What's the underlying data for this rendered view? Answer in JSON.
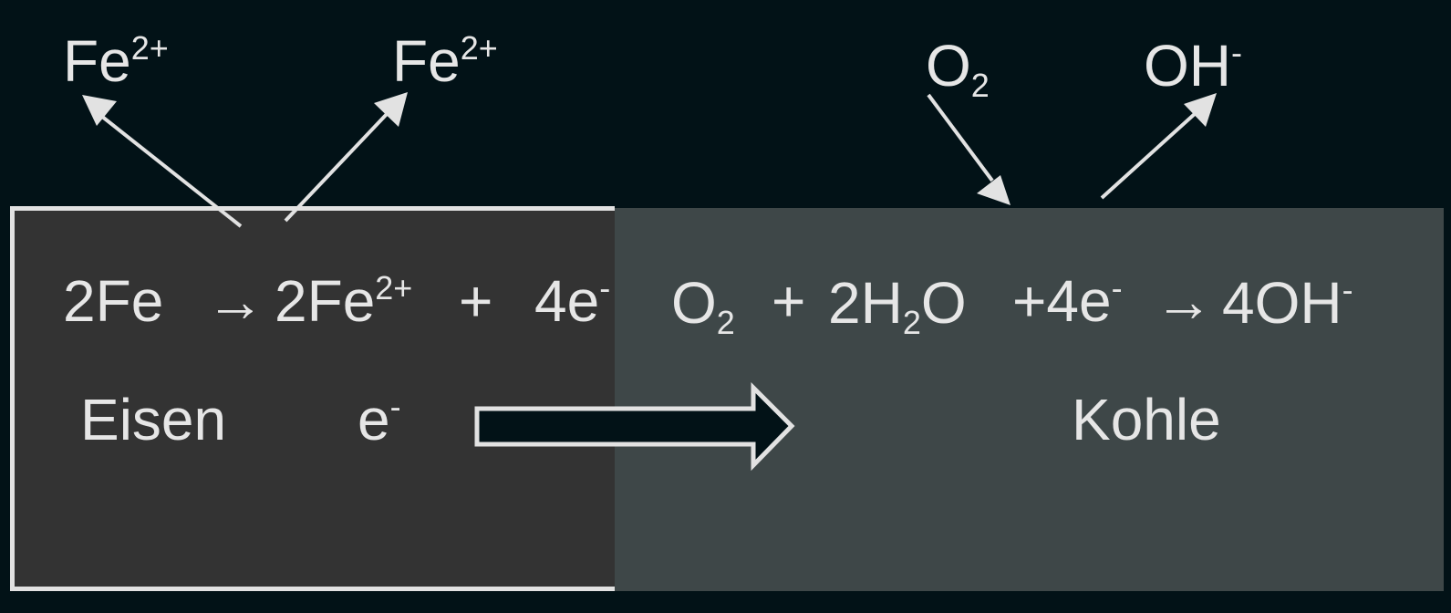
{
  "colors": {
    "background": "#021217",
    "iron": "#333333",
    "carbon": "#3e4748",
    "line": "#e2e2e2",
    "text": "#e6e6e6"
  },
  "top_labels": {
    "fe_left": {
      "base": "Fe",
      "sup": "2+"
    },
    "fe_right": {
      "base": "Fe",
      "sup": "2+"
    },
    "o2": {
      "base": "O",
      "sub": "2"
    },
    "oh": {
      "base": "OH",
      "sup": "-"
    }
  },
  "anode_reaction": {
    "reactant": "2Fe",
    "arrow": "→",
    "product_base": "2Fe",
    "product_sup": "2+",
    "plus": "+",
    "electrons": "4e",
    "electrons_sup": "-"
  },
  "cathode_reaction": {
    "o2_base": "O",
    "o2_sub": "2",
    "plus1": "+",
    "water_pre": "2H",
    "water_sub": "2",
    "water_post": "O",
    "electrons": "+4e",
    "electrons_sup": "-",
    "arrow": "→",
    "product": "4OH",
    "product_sup": "-"
  },
  "labels": {
    "iron": "Eisen",
    "electron_base": "e",
    "electron_sup": "-",
    "carbon": "Kohle"
  },
  "icons": [
    "electron-flow-arrow-icon",
    "fe-release-arrow-icon",
    "o2-intake-arrow-icon",
    "oh-release-arrow-icon"
  ]
}
